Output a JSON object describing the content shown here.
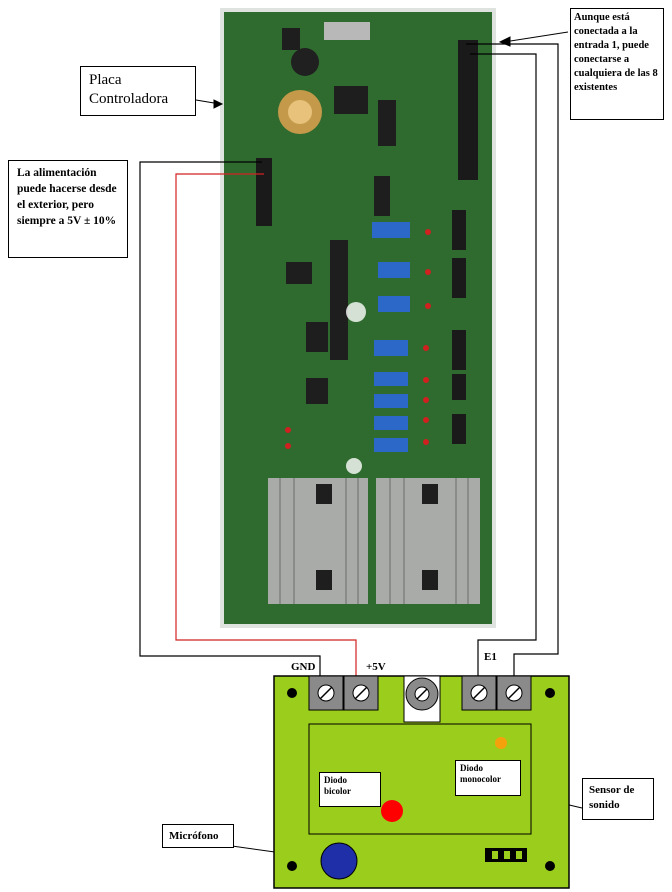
{
  "callouts": {
    "placa": "Placa Controladora",
    "aunque": "Aunque está conectada a la entrada 1, puede conectarse a cualquiera de las 8 existentes",
    "alimentacion": "La alimentación puede hacerse desde el exterior, pero siempre a 5V ± 10%",
    "sensor": "Sensor de sonido",
    "microfono": "Micrófono"
  },
  "terminals": {
    "gnd": "GND",
    "plus5v": "+5V",
    "e1": "E1"
  },
  "sensor_labels": {
    "bicolor": "Diodo bicolor",
    "monocolor": "Diodo monocolor"
  },
  "colors": {
    "board_green": "#2f6b2f",
    "sensor_green": "#9acd1c",
    "wire_red": "#d22222",
    "wire_black": "#000000",
    "led_red": "#ff0000",
    "led_orange": "#f5a10b",
    "mic_blue": "#1f2fa8"
  }
}
